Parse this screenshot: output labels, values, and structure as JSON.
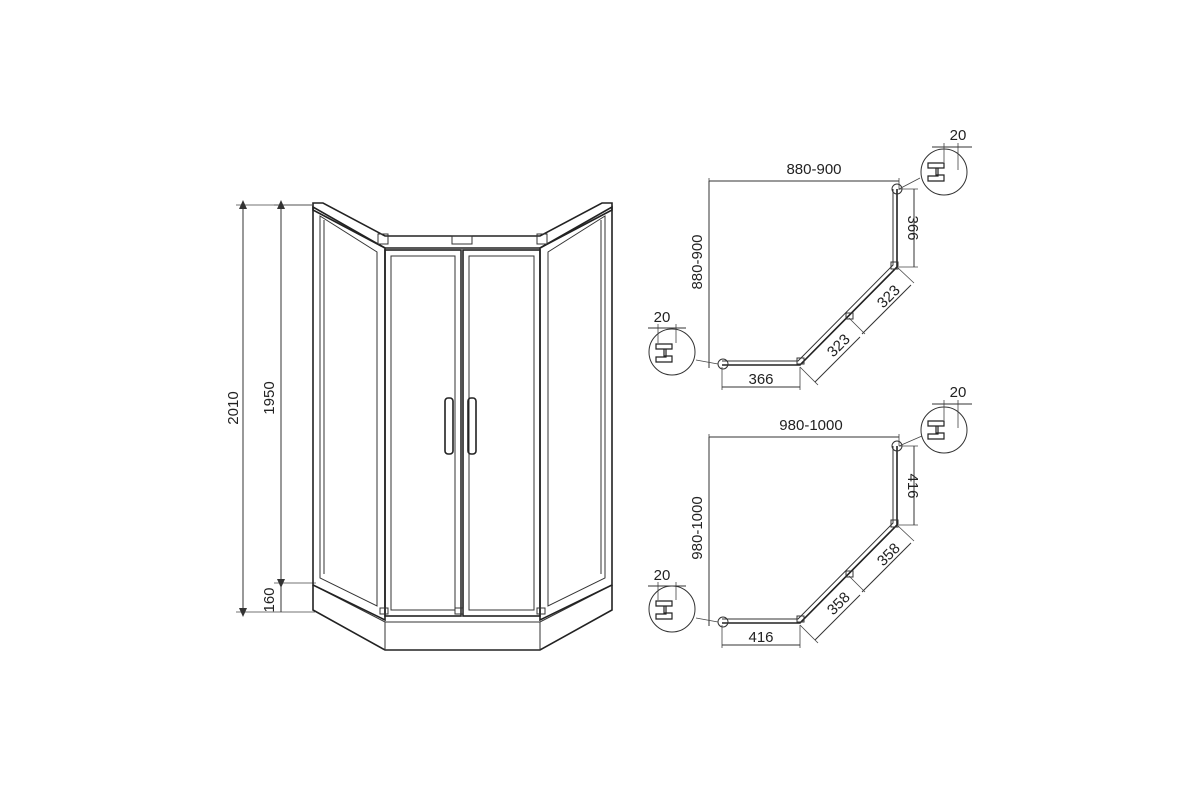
{
  "front_view": {
    "height_total": "2010",
    "height_glass": "1950",
    "height_tray": "160"
  },
  "plan_small": {
    "width": "880-900",
    "depth": "880-900",
    "side_right": "366",
    "side_bottom": "366",
    "door_upper": "323",
    "door_lower": "323",
    "profile_top": "20",
    "profile_left": "20"
  },
  "plan_large": {
    "width": "980-1000",
    "depth": "980-1000",
    "side_right": "416",
    "side_bottom": "416",
    "door_upper": "358",
    "door_lower": "358",
    "profile_top": "20",
    "profile_left": "20"
  }
}
